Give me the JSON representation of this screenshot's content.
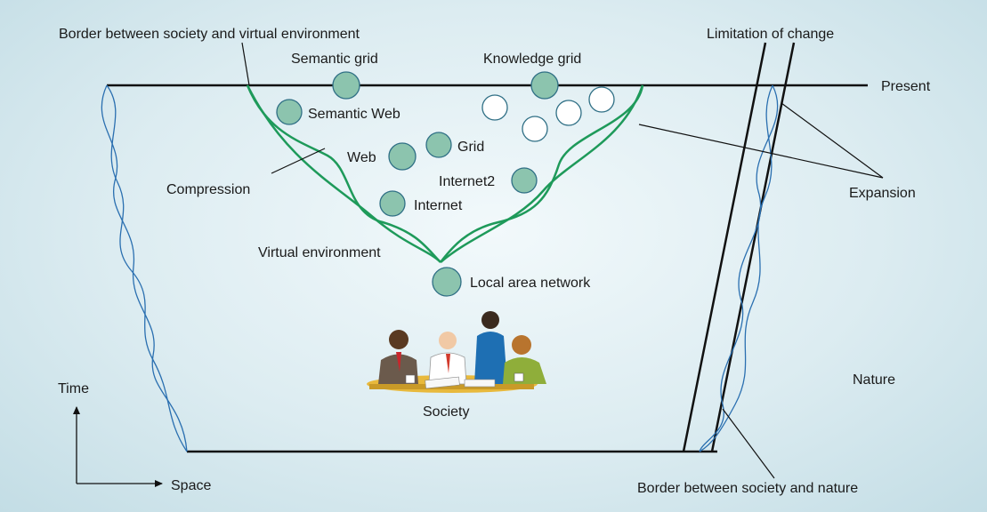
{
  "labels": {
    "border_society_virtual": "Border between society and virtual environment",
    "semantic_grid": "Semantic grid",
    "knowledge_grid": "Knowledge grid",
    "limitation_of_change": "Limitation of change",
    "present": "Present",
    "semantic_web": "Semantic Web",
    "grid": "Grid",
    "web": "Web",
    "internet2": "Internet2",
    "internet": "Internet",
    "compression": "Compression",
    "expansion": "Expansion",
    "virtual_environment": "Virtual environment",
    "local_area_network": "Local area network",
    "society": "Society",
    "nature": "Nature",
    "time": "Time",
    "space": "Space",
    "border_society_nature": "Border between society and nature"
  },
  "colors": {
    "node_fill": "#8cc4ae",
    "node_stroke": "#2f6f85",
    "funnel": "#1e9a5a",
    "wave": "#2a6fb0",
    "line": "#111111"
  }
}
